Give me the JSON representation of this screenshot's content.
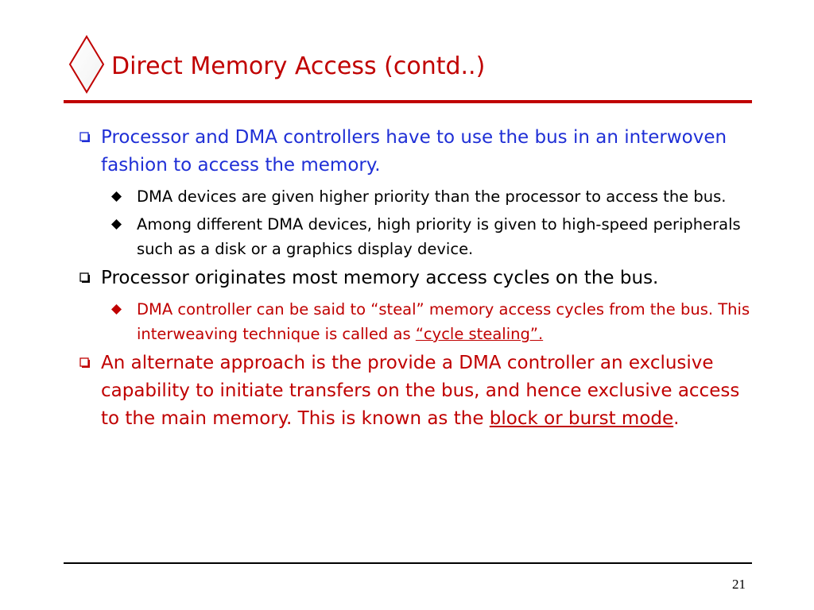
{
  "slide": {
    "title": "Direct Memory Access (contd..)",
    "page_number": "21",
    "colors": {
      "title": "#c00000",
      "blue": "#1f2fd6",
      "red": "#c00000",
      "black": "#000000"
    }
  },
  "bullets": [
    {
      "text": "Processor and DMA controllers have to use the bus in an interwoven fashion to access the memory."
    },
    {
      "text": "DMA devices are given higher priority than the processor to access the bus."
    },
    {
      "text": "Among different DMA devices, high priority is given to high-speed peripherals such as a disk or a graphics display device."
    },
    {
      "text": "Processor originates most memory access cycles on the bus."
    },
    {
      "text": "DMA controller can be said to “steal” memory access cycles from the bus. This interweaving technique is called as ",
      "link": "“cycle stealing”."
    },
    {
      "text": "An alternate approach is the provide a DMA controller an exclusive capability to initiate transfers on the bus, and hence exclusive access to the main memory. This is known as the ",
      "link": "block or burst mode",
      "tail": "."
    }
  ],
  "icons": {
    "title": "diamond-icon",
    "level1": "checkbox-bullet-icon",
    "level2": "diamond-bullet-icon"
  }
}
